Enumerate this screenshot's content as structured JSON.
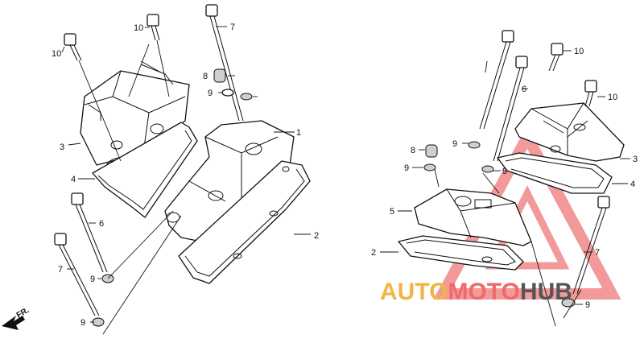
{
  "callouts": {
    "left_10_upper": "10",
    "left_10_lower": "10",
    "left_7_top": "7",
    "left_8": "8",
    "left_9_a": "9",
    "left_1": "1",
    "left_3": "3",
    "left_4": "4",
    "left_6": "6",
    "left_2": "2",
    "left_7_bottom": "7",
    "left_9_mid": "9",
    "left_9_bottom": "9",
    "right_10_upper": "10",
    "right_10_lower": "10",
    "right_6": "6",
    "right_9_top": "9",
    "right_9_a": "9",
    "right_8": "8",
    "right_9_b": "9",
    "right_3": "3",
    "right_4": "4",
    "right_5": "5",
    "right_7": "7",
    "right_2": "2",
    "right_9_bottom": "9"
  },
  "direction": {
    "label": "FR."
  },
  "watermark": {
    "part1": "AUTO",
    "part2": "MOTO",
    "part3": "HUB"
  },
  "colors": {
    "watermark_auto": "#f2b544",
    "watermark_moto": "#ef6a6a",
    "watermark_hub": "#555555"
  }
}
